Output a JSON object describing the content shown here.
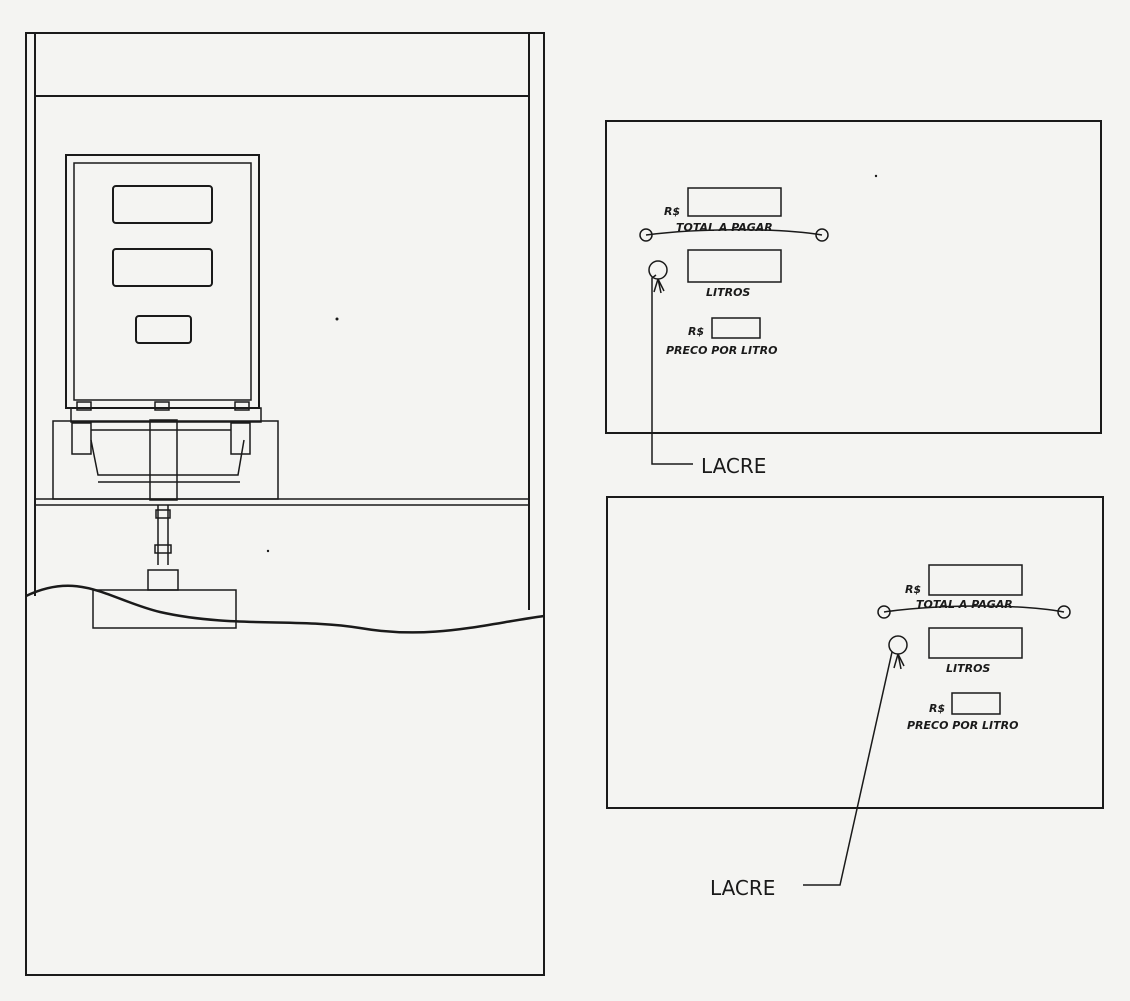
{
  "colors": {
    "paper": "#f4f4f2",
    "ink": "#1a1a1a"
  },
  "panel_top": {
    "currency_total": "R$",
    "total_label": "TOTAL A PAGAR",
    "liters_label": "LITROS",
    "currency_price": "R$",
    "price_label": "PRECO POR LITRO",
    "seal_label": "LACRE"
  },
  "panel_bottom": {
    "currency_total": "R$",
    "total_label": "TOTAL A PAGAR",
    "liters_label": "LITROS",
    "currency_price": "R$",
    "price_label": "PRECO POR LITRO",
    "seal_label": "LACRE"
  }
}
